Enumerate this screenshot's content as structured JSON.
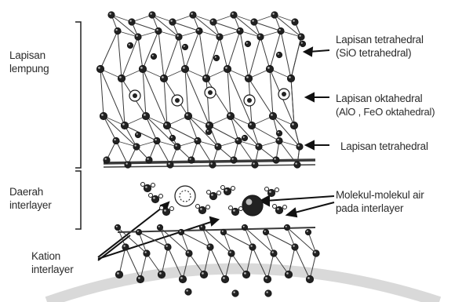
{
  "labels": {
    "clay_layer": [
      "Lapisan",
      "lempung"
    ],
    "interlayer_region": [
      "Daerah",
      "interlayer"
    ],
    "cations": [
      "Kation",
      "interlayer"
    ],
    "tetrahedral_top": [
      "Lapisan tetrahedral",
      "(SiO tetrahedral)"
    ],
    "octahedral": [
      "Lapisan oktahedral",
      "(AlO , FeO oktahedral)"
    ],
    "tetrahedral_bottom": [
      "Lapisan tetrahedral"
    ],
    "water_molecules": [
      "Molekul-molekul air",
      "pada interlayer"
    ]
  },
  "colors": {
    "ink": "#1a1a1a",
    "line": "#3a3a3a",
    "atom_dark": "#222222",
    "atom_light": "#ffffff",
    "watermark": "#d9d9d9"
  }
}
